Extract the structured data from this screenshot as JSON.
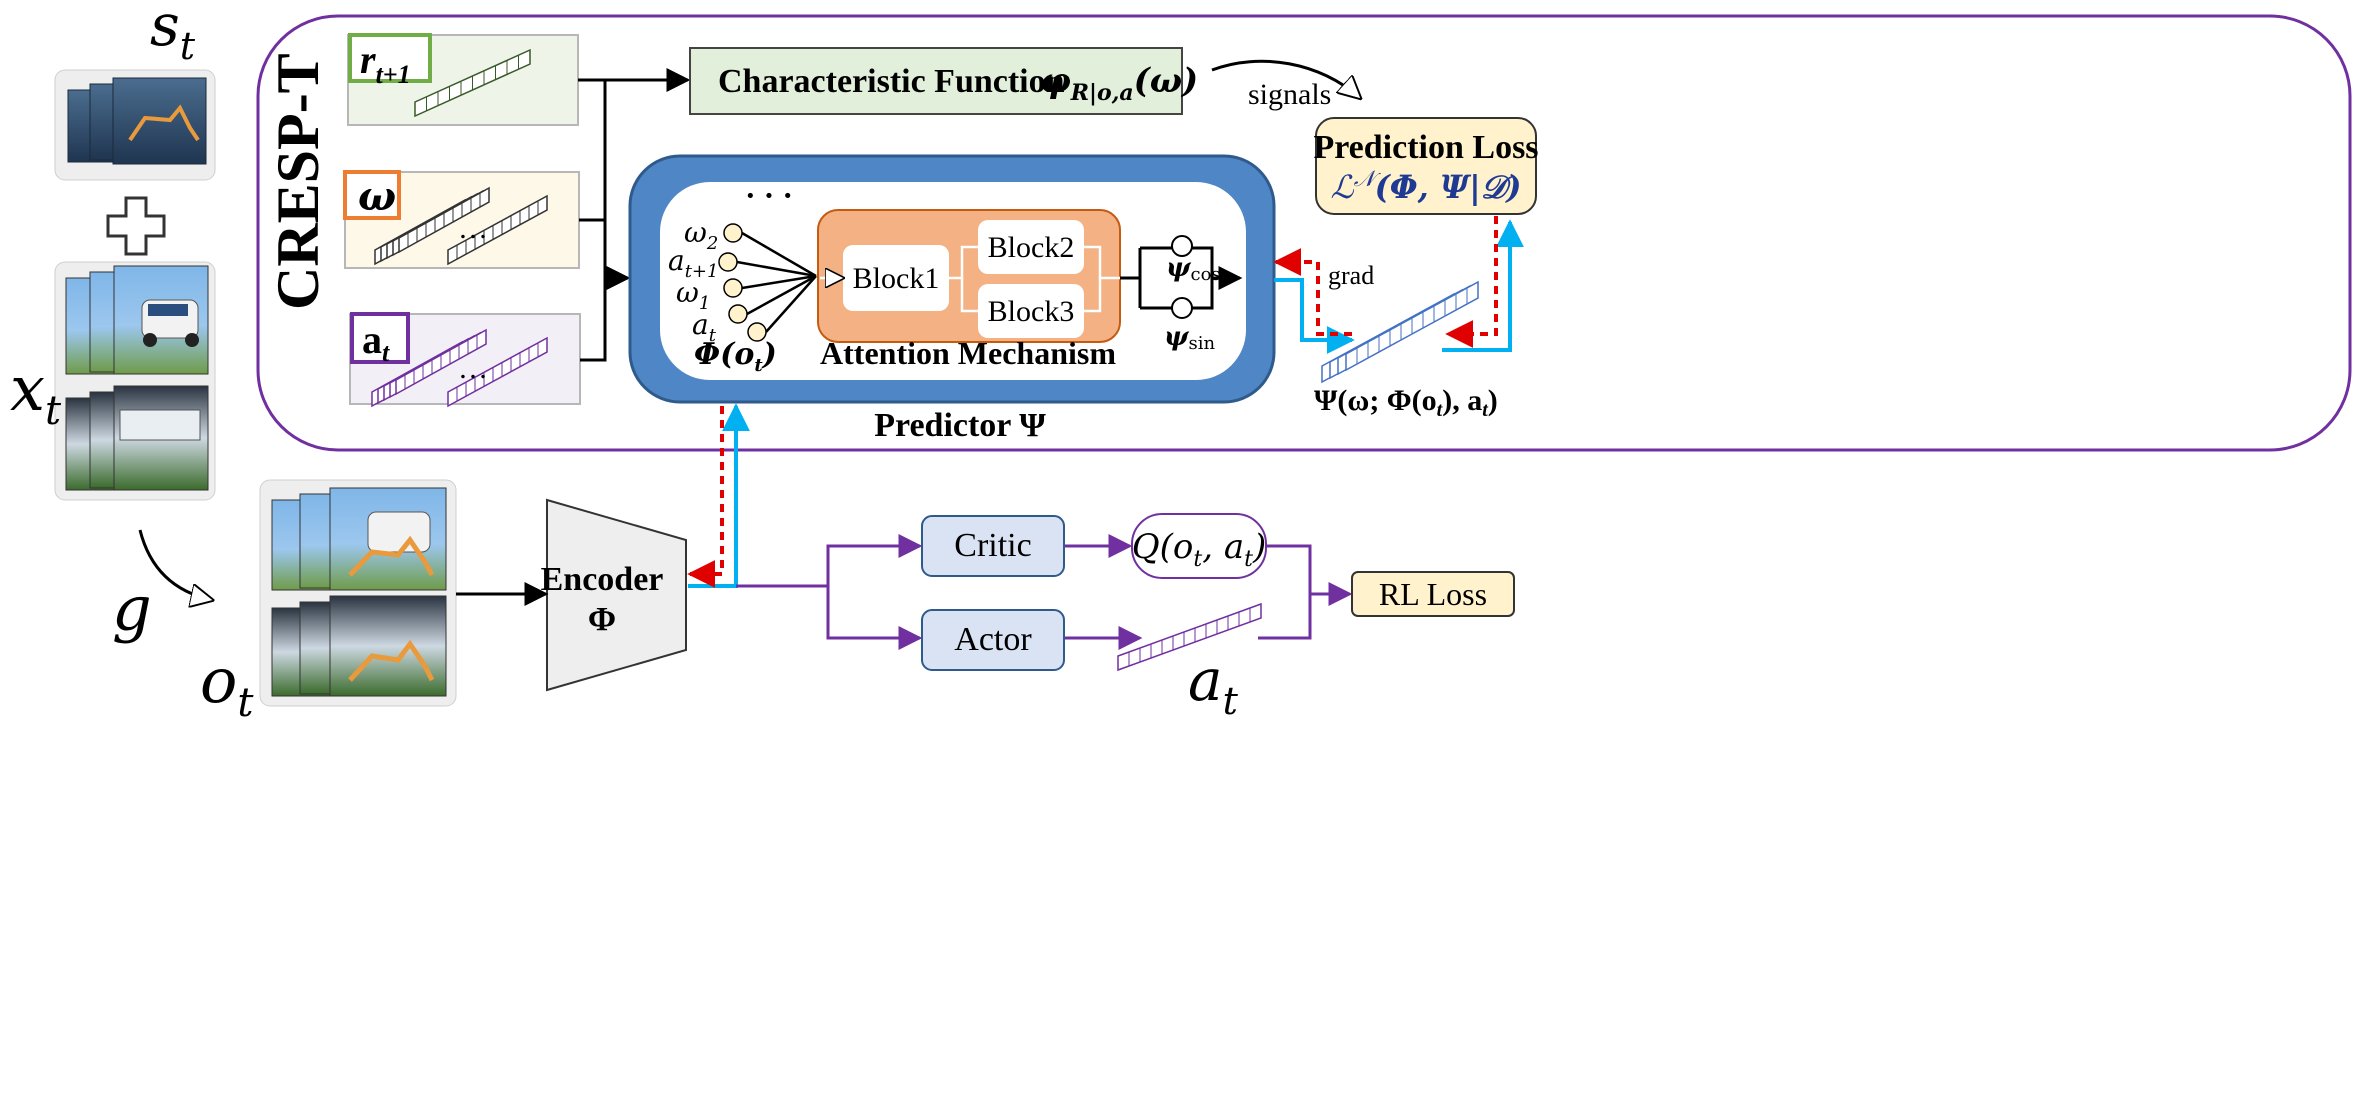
{
  "diagram": {
    "title_vertical": "CRESP-T",
    "inputs": {
      "state": "s",
      "state_sub": "t",
      "plus": "+",
      "distractor": "x",
      "distractor_sub": "t",
      "transform": "g",
      "observation": "o",
      "observation_sub": "t"
    },
    "sequence_boxes": {
      "reward_label": "r",
      "reward_sub": "t+1",
      "omega_label": "ω",
      "action_label": "a",
      "action_sub": "t",
      "ellipsis": "…"
    },
    "characteristic_function": {
      "label": "Characteristic Function",
      "math": "φ",
      "math_sub": "R|o,a",
      "math_arg": "(ω)"
    },
    "signals_label": "signals",
    "prediction_loss": {
      "title": "Prediction Loss",
      "math": "ℒ",
      "math_sup": "𝒩",
      "math_arg": "(Φ, Ψ|𝒟)"
    },
    "predictor": {
      "label": "Predictor Ψ",
      "inputs": [
        "ω",
        "a",
        "ω",
        "a",
        "Φ(o"
      ],
      "input_subs": [
        "2",
        "t+1",
        "1",
        "t",
        "t"
      ],
      "input_suffix": [
        "",
        "",
        "",
        "",
        ")"
      ],
      "dots": "· · ·",
      "attention": {
        "label": "Attention Mechanism",
        "block1": "Block1",
        "block2": "Block2",
        "block3": "Block3"
      },
      "psi_cos": "ψ",
      "psi_cos_sub": "cos",
      "psi_sin": "ψ",
      "psi_sin_sub": "sin"
    },
    "grad_label": "grad",
    "psi_output": {
      "prefix": "Ψ(ω; Φ(o",
      "sub1": "t",
      "mid": "), a",
      "sub2": "t",
      "suffix": ")"
    },
    "encoder": {
      "line1": "Encoder",
      "line2": "Φ"
    },
    "critic": "Critic",
    "actor": "Actor",
    "q_value": {
      "prefix": "Q(o",
      "sub1": "t",
      "mid": ", a",
      "sub2": "t",
      "suffix": ")"
    },
    "rl_loss": "RL Loss",
    "action_output": "a",
    "action_output_sub": "t",
    "colors": {
      "outer_border": "#7030a0",
      "reward_border": "#70ad47",
      "omega_border": "#ed7d31",
      "action_border": "#7030a0",
      "predictor_blue": "#4f86c6",
      "attention_orange": "#f4b183",
      "char_fn_fill": "#e2efda",
      "pred_loss_fill": "#fff2cc",
      "rl_loss_fill": "#fff2cc",
      "critic_fill": "#dae3f3",
      "grad_red": "#e00000",
      "grad_blue": "#00b0f0",
      "purple_arrow": "#7030a0"
    }
  }
}
